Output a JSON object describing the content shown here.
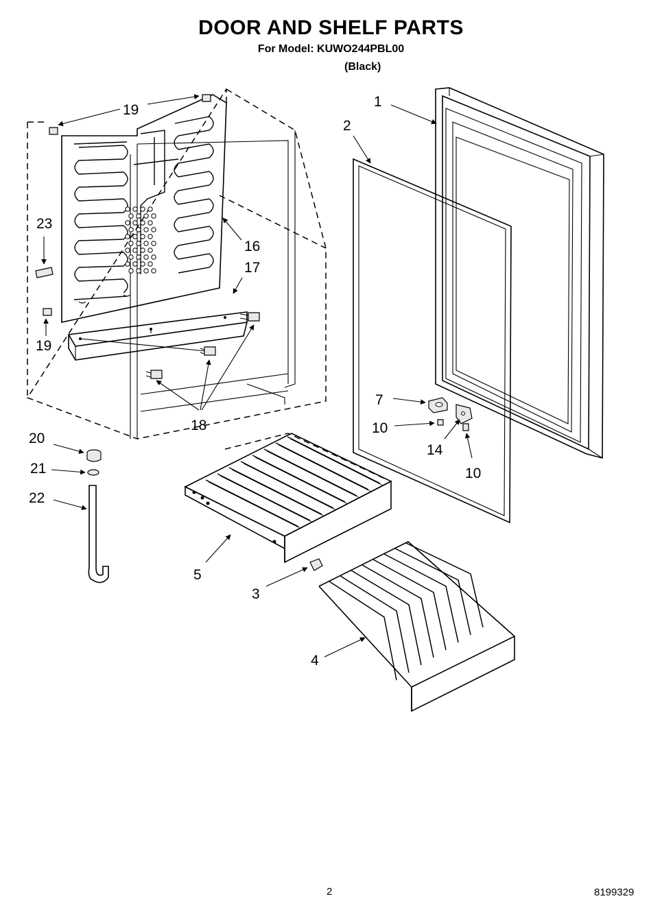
{
  "header": {
    "title": "DOOR AND SHELF PARTS",
    "model_line": "For Model: KUWO244PBL00",
    "variant": "(Black)"
  },
  "callouts": {
    "c1": "1",
    "c2": "2",
    "c3": "3",
    "c4": "4",
    "c5": "5",
    "c7": "7",
    "c10a": "10",
    "c10b": "10",
    "c14": "14",
    "c16": "16",
    "c17": "17",
    "c18": "18",
    "c19a": "19",
    "c19b": "19",
    "c20": "20",
    "c21": "21",
    "c22": "22",
    "c23": "23"
  },
  "footer": {
    "page_number": "2",
    "document_number": "8199329"
  }
}
